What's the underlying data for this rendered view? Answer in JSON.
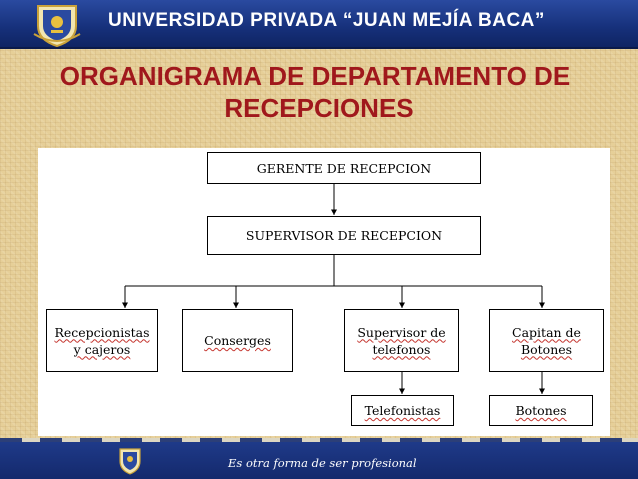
{
  "header": {
    "title": "UNIVERSIDAD PRIVADA “JUAN MEJÍA BACA”"
  },
  "slide": {
    "title_line1": "ORGANIGRAMA DE DEPARTAMENTO DE",
    "title_line2": "RECEPCIONES"
  },
  "org_chart": {
    "gerente": "GERENTE DE RECEPCION",
    "supervisor": "SUPERVISOR DE RECEPCION",
    "recepcionistas_l1": "Recepcionistas",
    "recepcionistas_l2": "y cajeros",
    "conserges": "Conserges",
    "sup_telefonos_l1": "Supervisor de",
    "sup_telefonos_l2": "telefonos",
    "capitan_l1": "Capitan de",
    "capitan_l2": "Botones",
    "telefonistas": "Telefonistas",
    "botones": "Botones"
  },
  "footer": {
    "tagline": "Es otra forma de ser profesional"
  },
  "colors": {
    "header_blue": "#16307a",
    "title_red": "#a0181c",
    "background_tan": "#e6cf98"
  },
  "icons": {
    "header_logo": "university-crest-icon",
    "footer_logo": "university-crest-icon"
  }
}
